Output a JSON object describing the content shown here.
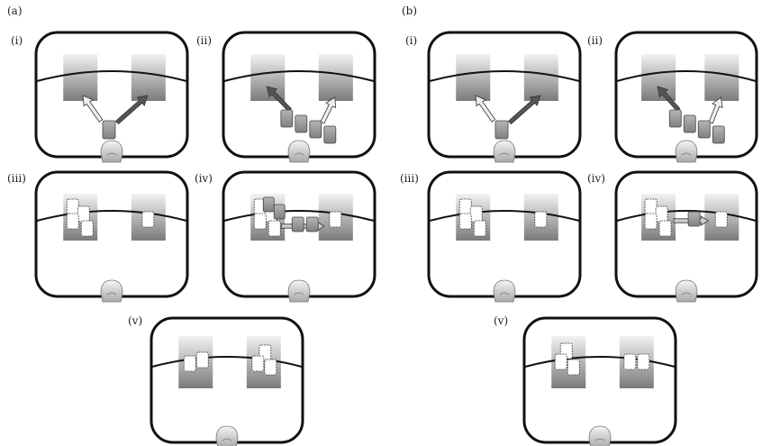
{
  "figure": {
    "labels": {
      "a": "(a)",
      "b": "(b)"
    },
    "panels": {
      "a": [
        {
          "id": "a-i",
          "label": "(i)",
          "state": "choice: one card at bottom, arrows to both boxes; arrow to right box highlighted"
        },
        {
          "id": "a-ii",
          "label": "(ii)",
          "state": "four cards in a diagonal row, arrow to left box highlighted"
        },
        {
          "id": "a-iii",
          "label": "(iii)",
          "state": "left box holds three cards, right box holds one"
        },
        {
          "id": "a-iv",
          "label": "(iv)",
          "state": "cards being moved from left box to right box"
        },
        {
          "id": "a-v",
          "label": "(v)",
          "state": "left box holds two cards, right box holds three"
        }
      ],
      "b": [
        {
          "id": "b-i",
          "label": "(i)",
          "state": "choice: one card at bottom, arrows to both boxes; arrow to right box highlighted"
        },
        {
          "id": "b-ii",
          "label": "(ii)",
          "state": "four cards in a diagonal row, arrow to left box highlighted"
        },
        {
          "id": "b-iii",
          "label": "(iii)",
          "state": "left box holds three cards, right box holds one"
        },
        {
          "id": "b-iv",
          "label": "(iv)",
          "state": "a single card being moved from left box to right box"
        },
        {
          "id": "b-v",
          "label": "(v)",
          "state": "left box holds three cards, right box holds two"
        }
      ]
    },
    "colors": {
      "frame": "#111111",
      "box_top": "#f2f2f2",
      "box_bottom": "#7a7a7a",
      "card_grey": "#9a9a9a",
      "card_white": "#ffffff",
      "arrow_dark": "#555555",
      "arrow_light": "#eeeeee"
    }
  }
}
